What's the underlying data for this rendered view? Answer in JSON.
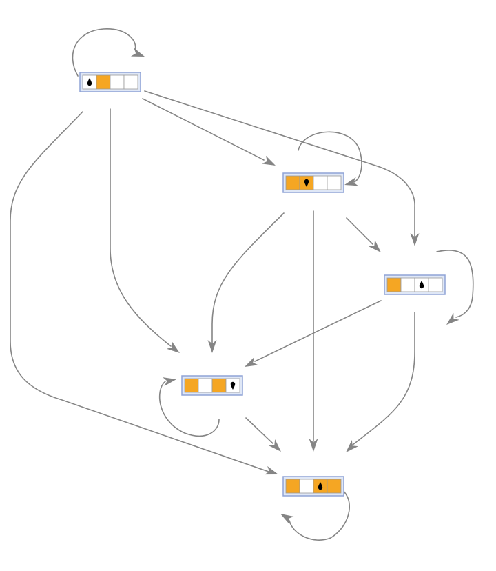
{
  "diagram": {
    "colors": {
      "edge": "#858585",
      "node_fill": "#dfe7f6",
      "node_border": "#8fa3d6",
      "cell_filled": "#f5a623",
      "cell_empty": "#ffffff",
      "cell_border": "#9a9a9a",
      "head": "#000000"
    },
    "nodes": [
      {
        "id": "s1",
        "cells": [
          0,
          1,
          0,
          0
        ],
        "head_index": 0,
        "head_dir": "up"
      },
      {
        "id": "s2",
        "cells": [
          1,
          1,
          0,
          0
        ],
        "head_index": 1,
        "head_dir": "down"
      },
      {
        "id": "s3",
        "cells": [
          1,
          0,
          0,
          0
        ],
        "head_index": 2,
        "head_dir": "up"
      },
      {
        "id": "s4",
        "cells": [
          1,
          0,
          1,
          0
        ],
        "head_index": 3,
        "head_dir": "down"
      },
      {
        "id": "s5",
        "cells": [
          1,
          0,
          1,
          1
        ],
        "head_index": 2,
        "head_dir": "up"
      }
    ],
    "edges": [
      {
        "from": "s1",
        "to": "s1",
        "kind": "self-loop"
      },
      {
        "from": "s1",
        "to": "s2"
      },
      {
        "from": "s1",
        "to": "s3"
      },
      {
        "from": "s1",
        "to": "s4"
      },
      {
        "from": "s1",
        "to": "s5"
      },
      {
        "from": "s2",
        "to": "s2",
        "kind": "self-loop"
      },
      {
        "from": "s2",
        "to": "s3"
      },
      {
        "from": "s2",
        "to": "s4"
      },
      {
        "from": "s2",
        "to": "s5"
      },
      {
        "from": "s3",
        "to": "s3",
        "kind": "self-loop"
      },
      {
        "from": "s3",
        "to": "s4"
      },
      {
        "from": "s3",
        "to": "s5"
      },
      {
        "from": "s4",
        "to": "s4",
        "kind": "self-loop"
      },
      {
        "from": "s4",
        "to": "s5"
      },
      {
        "from": "s5",
        "to": "s5",
        "kind": "self-loop"
      }
    ]
  }
}
